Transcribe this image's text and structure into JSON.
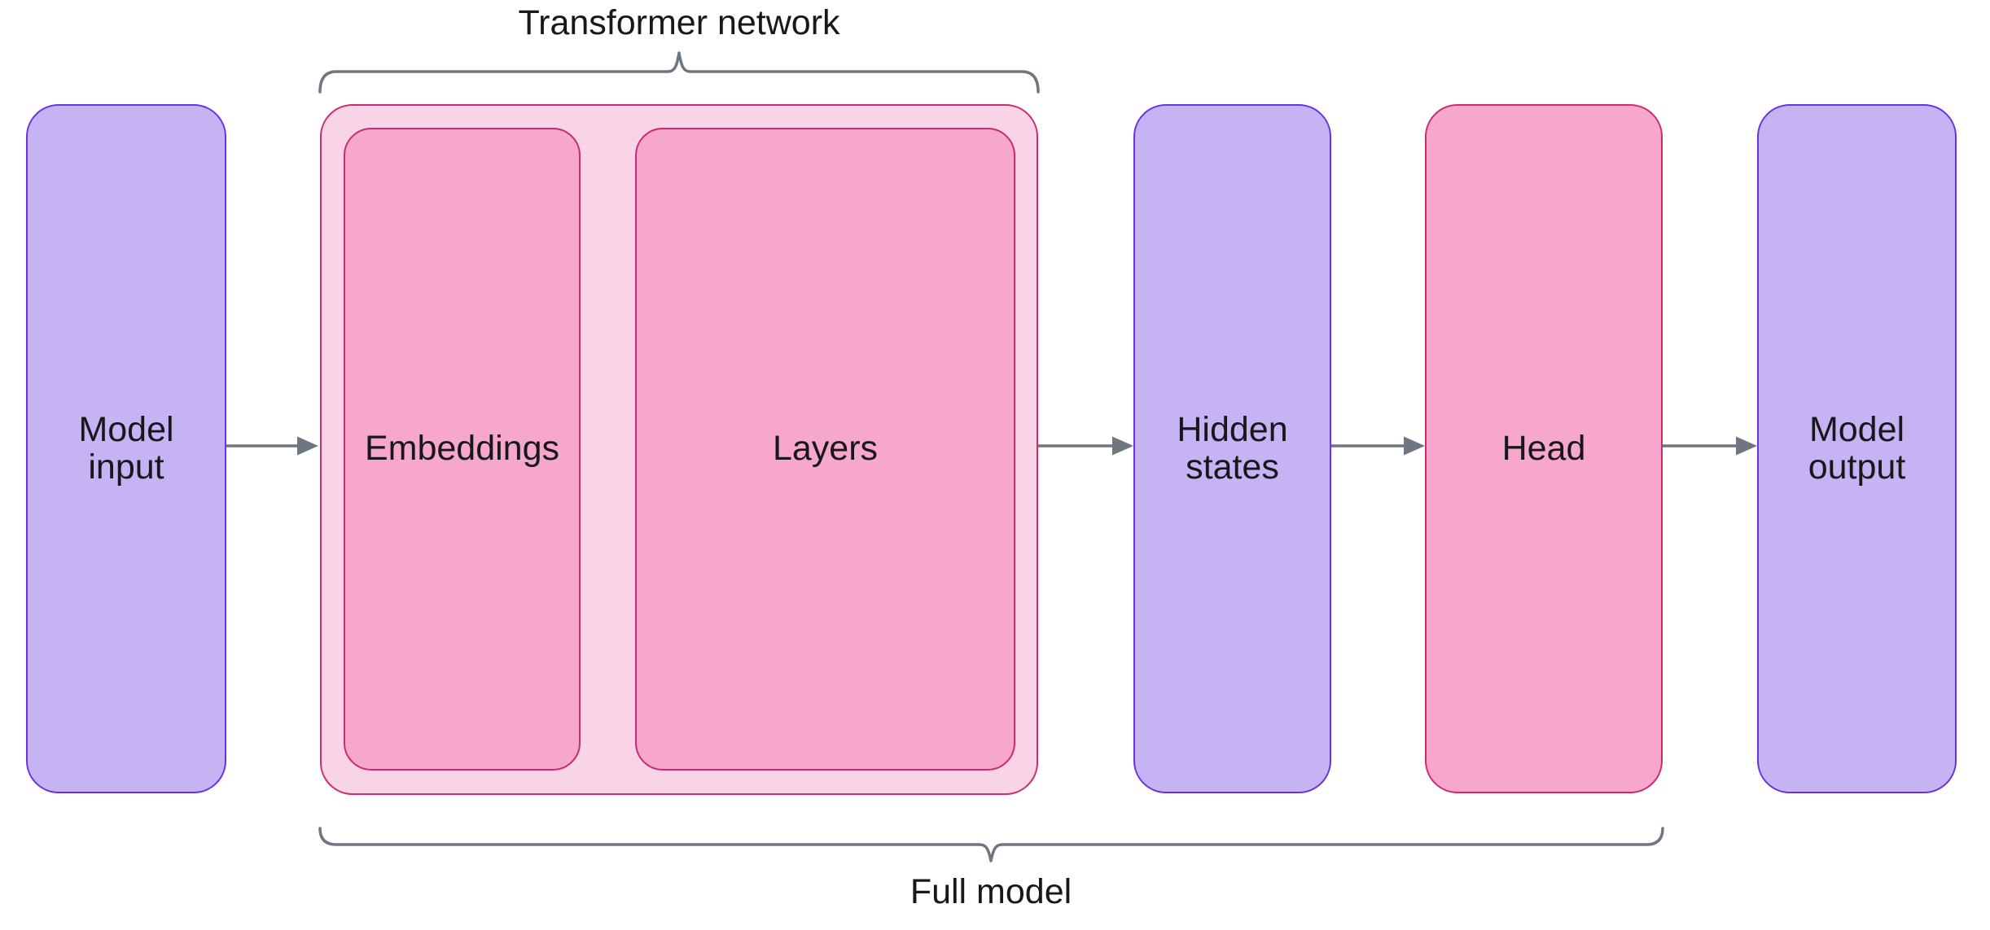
{
  "captions": {
    "transformer_network": "Transformer network",
    "full_model": "Full model"
  },
  "boxes": {
    "model_input": {
      "line1": "Model",
      "line2": "input"
    },
    "embeddings": {
      "label": "Embeddings"
    },
    "layers": {
      "label": "Layers"
    },
    "hidden_states": {
      "line1": "Hidden",
      "line2": "states"
    },
    "head": {
      "label": "Head"
    },
    "model_output": {
      "line1": "Model",
      "line2": "output"
    }
  },
  "colors": {
    "purple_fill": "#c5b3f4",
    "purple_border": "#6732e3",
    "pink_light_fill": "#f9d3e6",
    "pink_fill": "#f7a6cc",
    "pink_border": "#ce2a6f",
    "connector": "#6e7680",
    "text": "#17181a",
    "background": "#ffffff"
  }
}
